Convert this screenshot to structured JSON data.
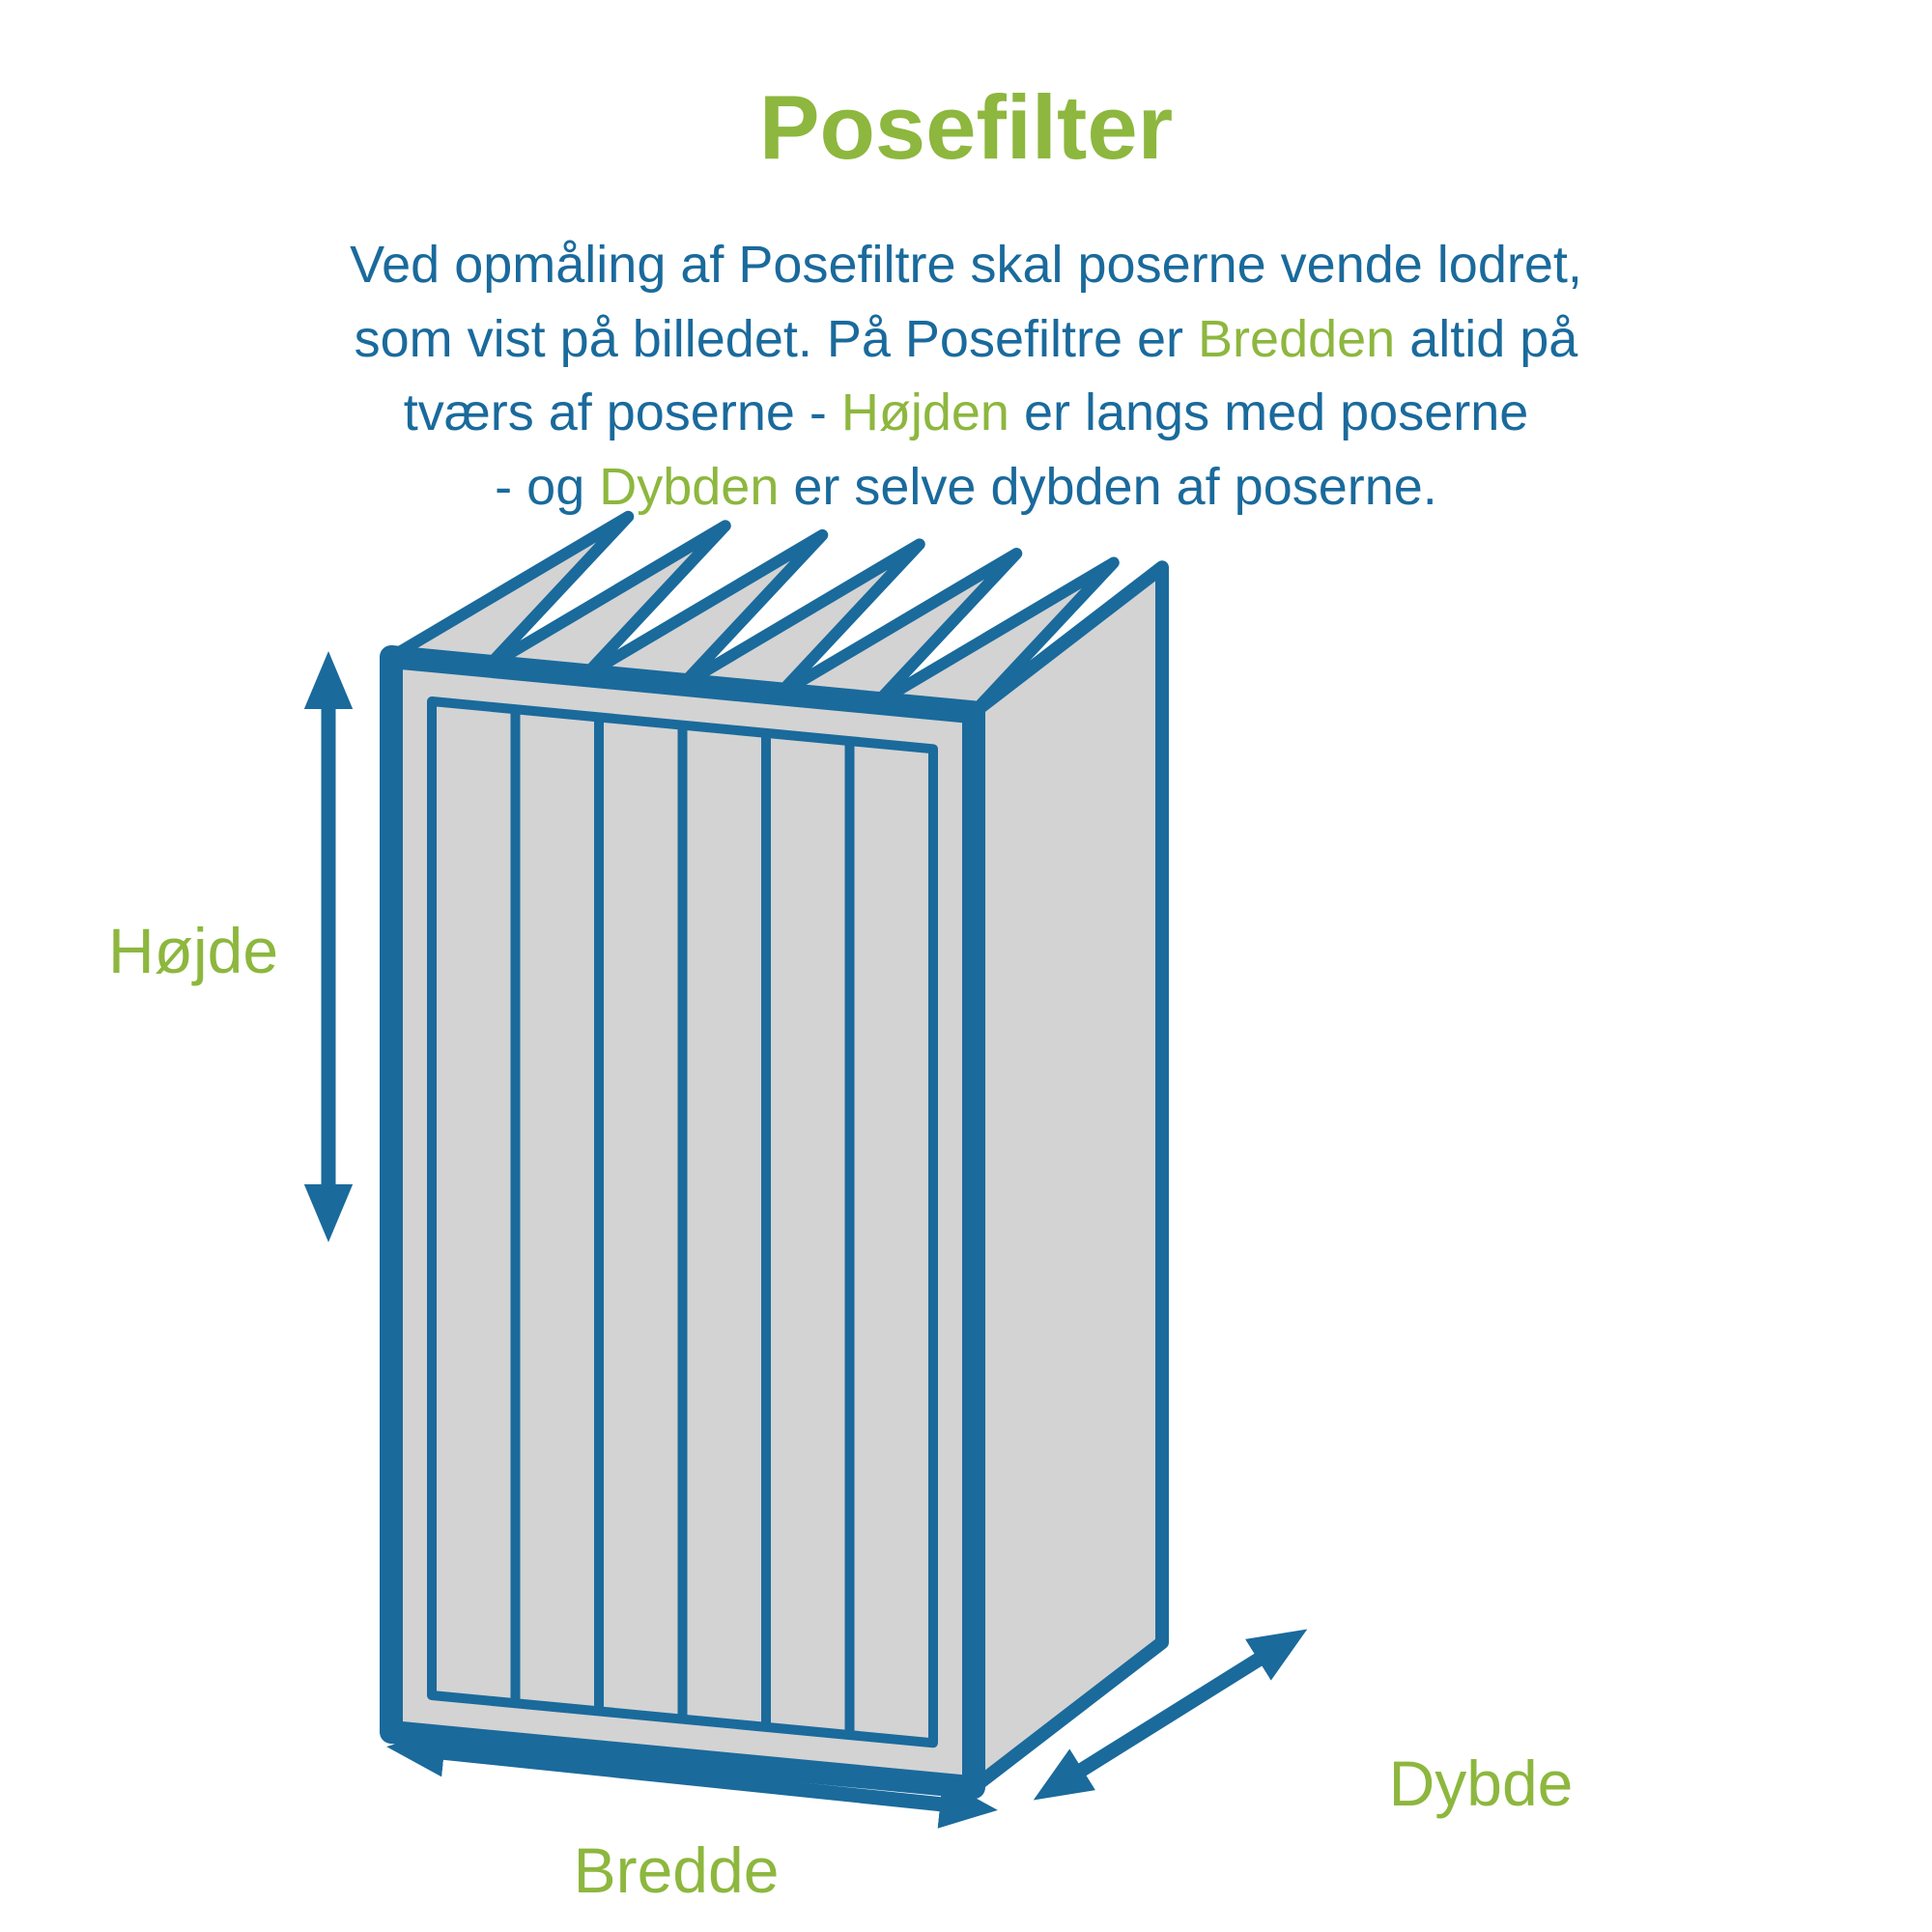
{
  "title": "Posefilter",
  "paragraph": {
    "line1": "Ved opmåling af Posefiltre skal poserne vende lodret,",
    "line2_a": "som vist på billedet. På Posefiltre er ",
    "line2_green": "Bredden",
    "line2_b": " altid på",
    "line3_a": "tværs af poserne - ",
    "line3_green": "Højden",
    "line3_b": " er langs med poserne",
    "line4_a": "- og ",
    "line4_green": "Dybden",
    "line4_b": " er selve dybden af poserne."
  },
  "labels": {
    "height": "Højde",
    "width": "Bredde",
    "depth": "Dybde"
  },
  "figure": {
    "name": "bag-filter-isometric-diagram",
    "pockets": 6,
    "arrows": [
      "height-arrow",
      "width-arrow",
      "depth-arrow"
    ]
  },
  "colors": {
    "green": "#8db73e",
    "blue": "#1a6a9c",
    "gray": "#d3d3d3"
  }
}
